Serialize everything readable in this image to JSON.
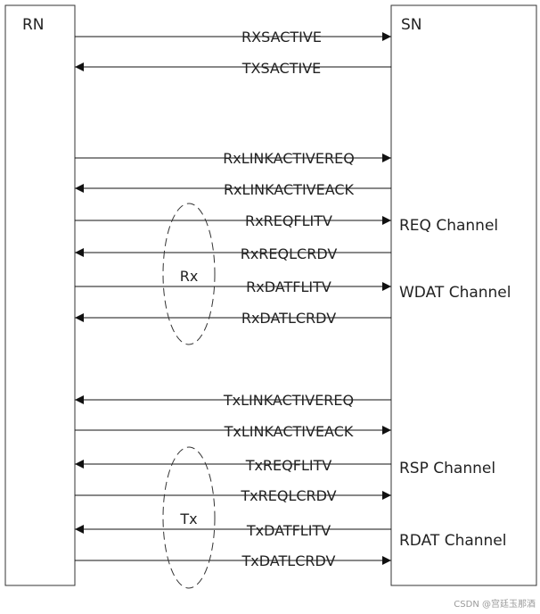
{
  "nodes": {
    "left": "RN",
    "right": "SN"
  },
  "signals": [
    {
      "label": "RXSACTIVE",
      "direction": "right"
    },
    {
      "label": "TXSACTIVE",
      "direction": "left"
    },
    {
      "label": "RxLINKACTIVEREQ",
      "direction": "right"
    },
    {
      "label": "RxLINKACTIVEACK",
      "direction": "left"
    },
    {
      "label": "RxREQFLITV",
      "direction": "right"
    },
    {
      "label": "RxREQLCRDV",
      "direction": "left"
    },
    {
      "label": "RxDATFLITV",
      "direction": "right"
    },
    {
      "label": "RxDATLCRDV",
      "direction": "left"
    },
    {
      "label": "TxLINKACTIVEREQ",
      "direction": "left"
    },
    {
      "label": "TxLINKACTIVEACK",
      "direction": "right"
    },
    {
      "label": "TxREQFLITV",
      "direction": "left"
    },
    {
      "label": "TxREQLCRDV",
      "direction": "right"
    },
    {
      "label": "TxDATFLITV",
      "direction": "left"
    },
    {
      "label": "TxDATLCRDV",
      "direction": "right"
    }
  ],
  "channels": [
    "REQ Channel",
    "WDAT Channel",
    "RSP Channel",
    "RDAT Channel"
  ],
  "groups": [
    "Rx",
    "Tx"
  ],
  "watermark": "CSDN @宫廷玉那酒"
}
